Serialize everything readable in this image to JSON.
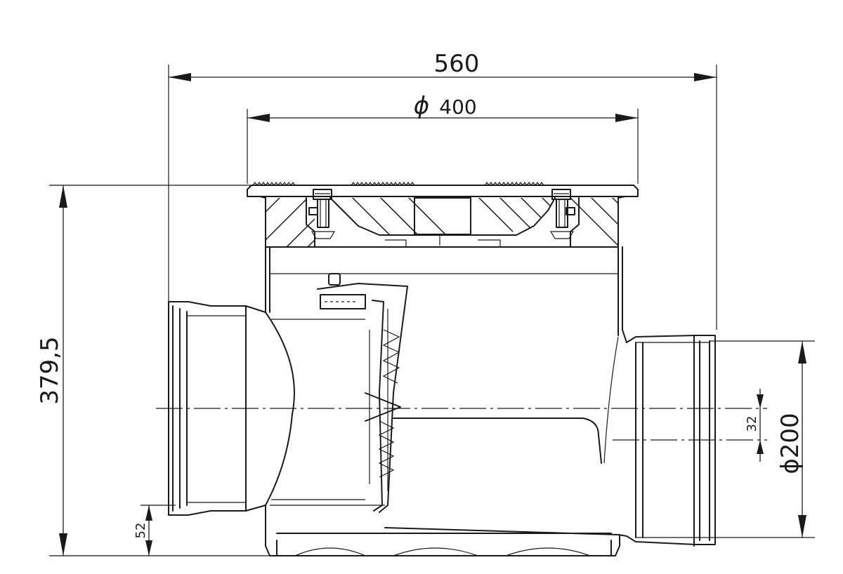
{
  "dimensions": {
    "overall_width": "560",
    "grate_diameter_symbol": "ϕ",
    "grate_diameter": "400",
    "overall_height": "379,5",
    "pipe_diameter": "ϕ200",
    "bottom_offset": "52",
    "centerline_offset": "32"
  }
}
